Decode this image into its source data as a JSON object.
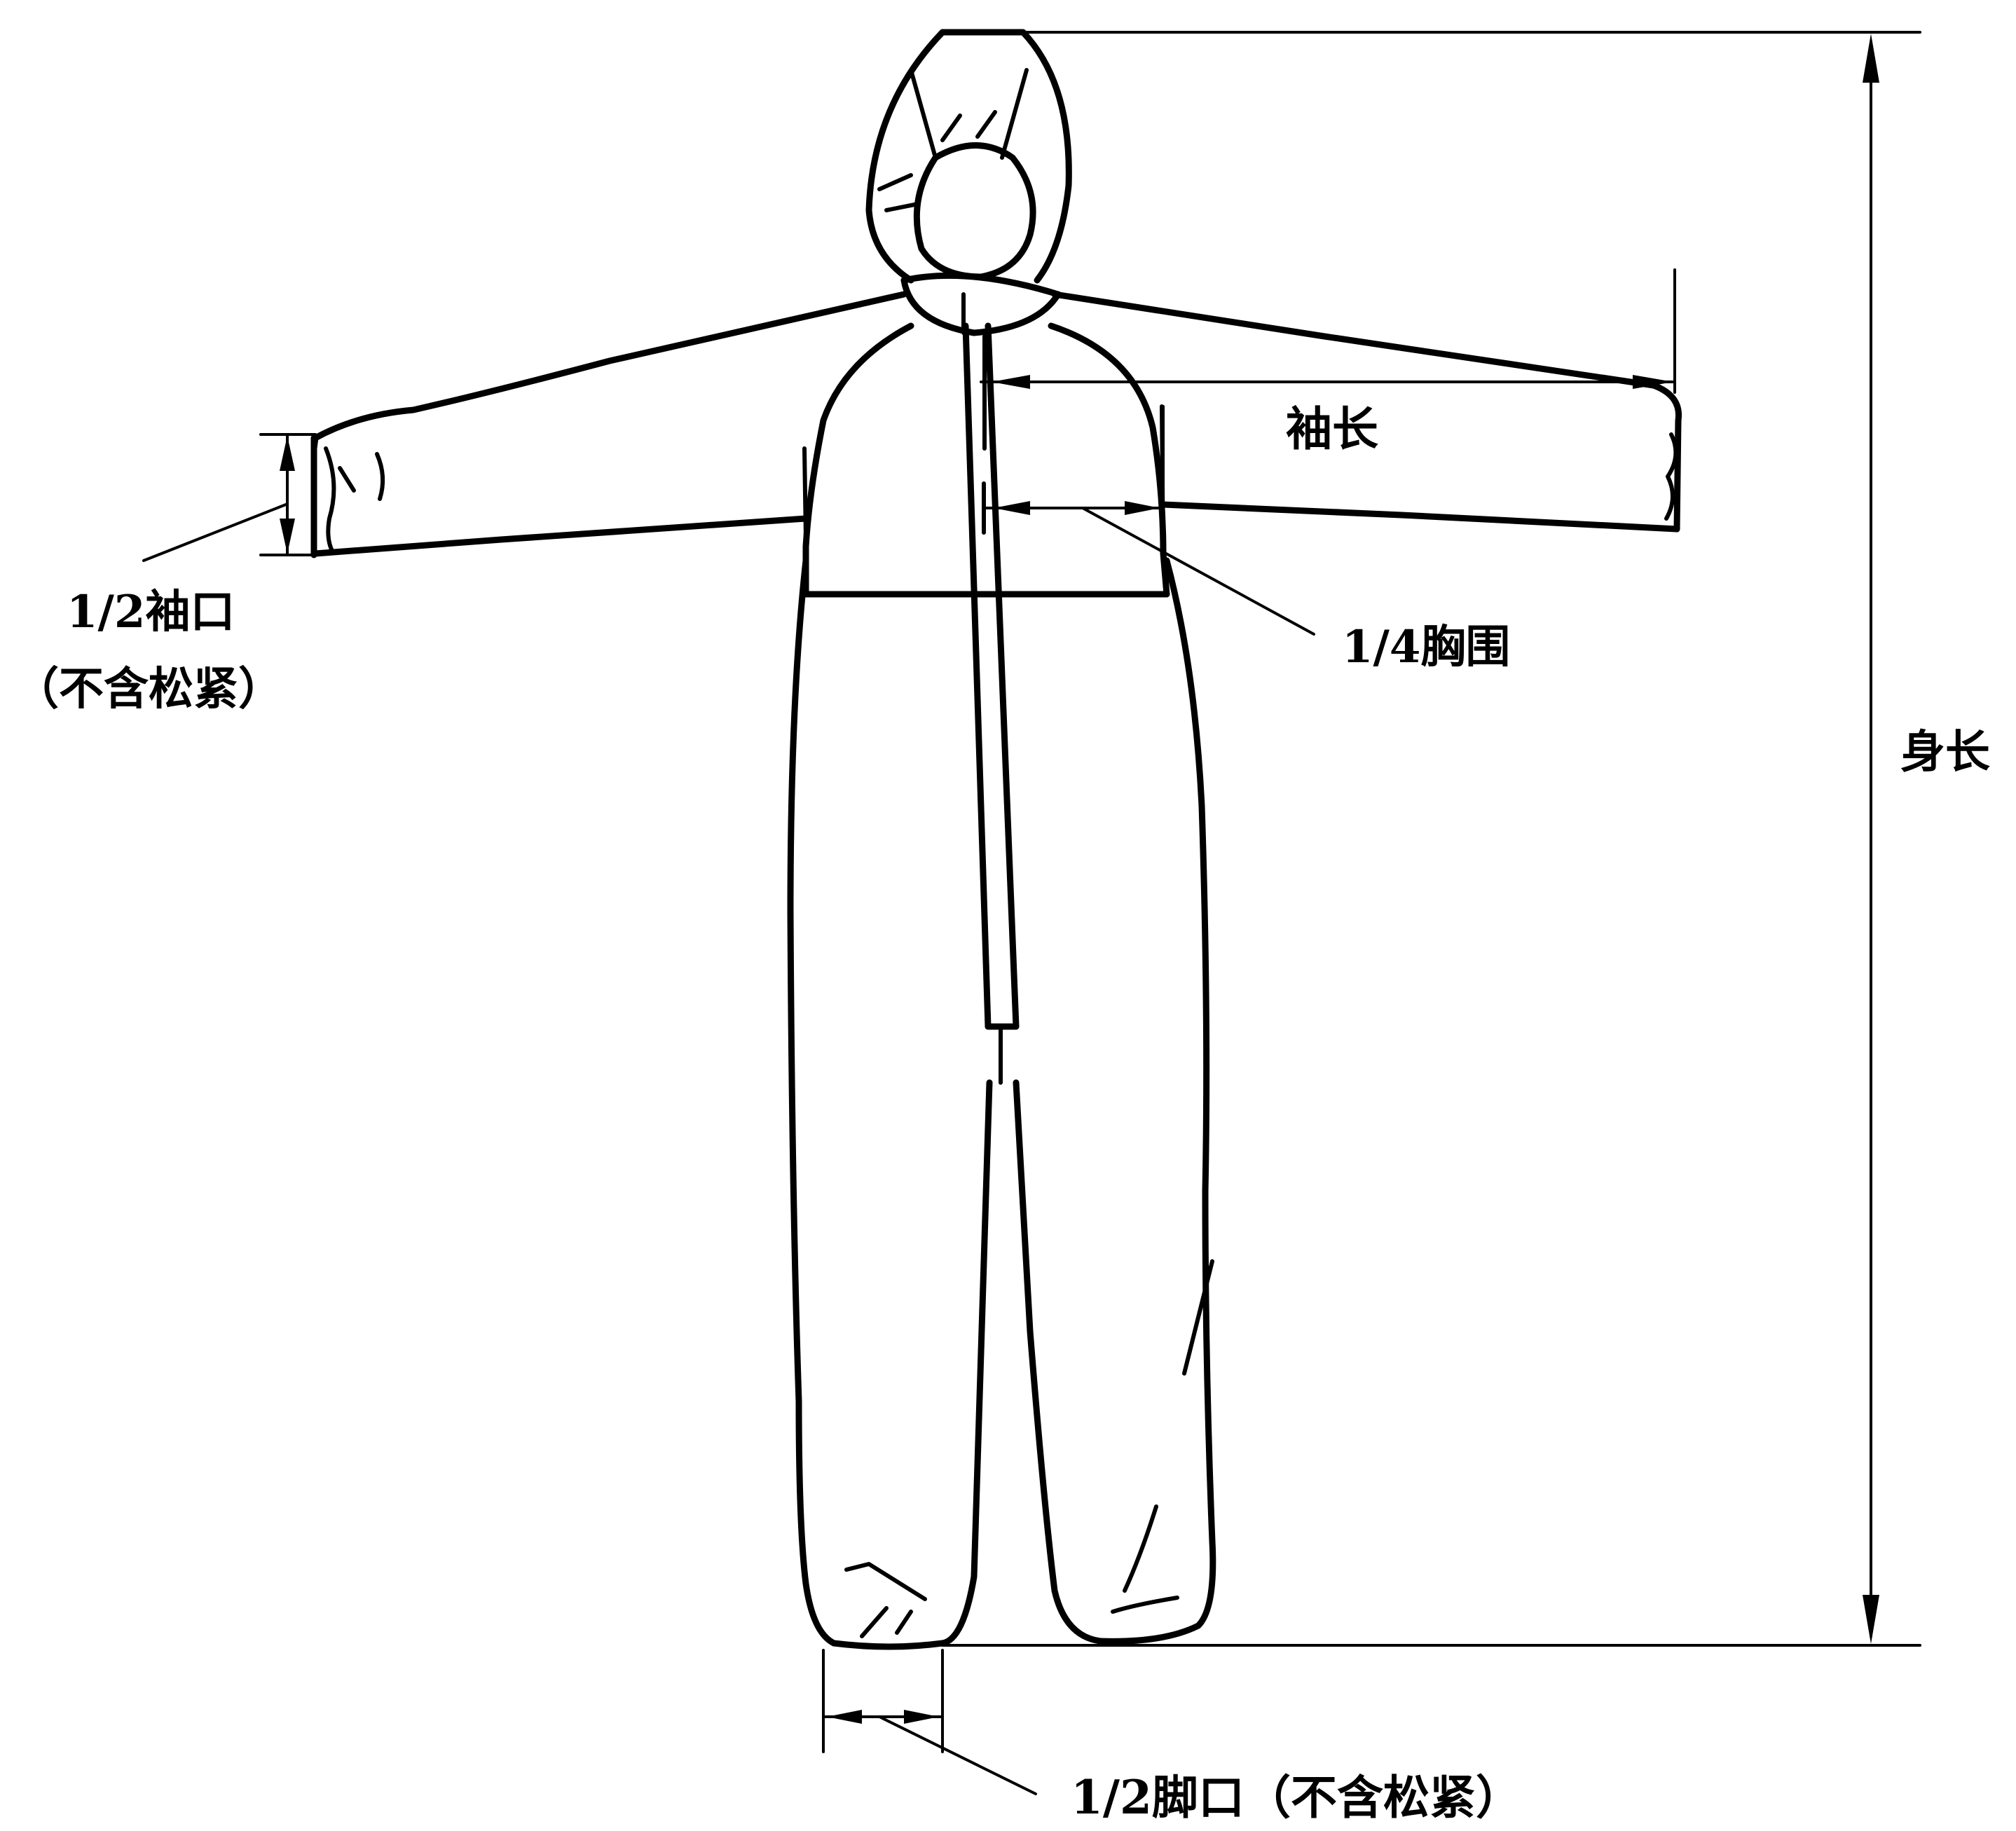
{
  "labels": {
    "sleeve_length": "袖长",
    "half_cuff": "1/2袖口",
    "half_cuff_note": "（不含松紧）",
    "quarter_chest": "1/4胸围",
    "body_length": "身长",
    "half_ankle": "1/2脚口（不含松紧）"
  }
}
